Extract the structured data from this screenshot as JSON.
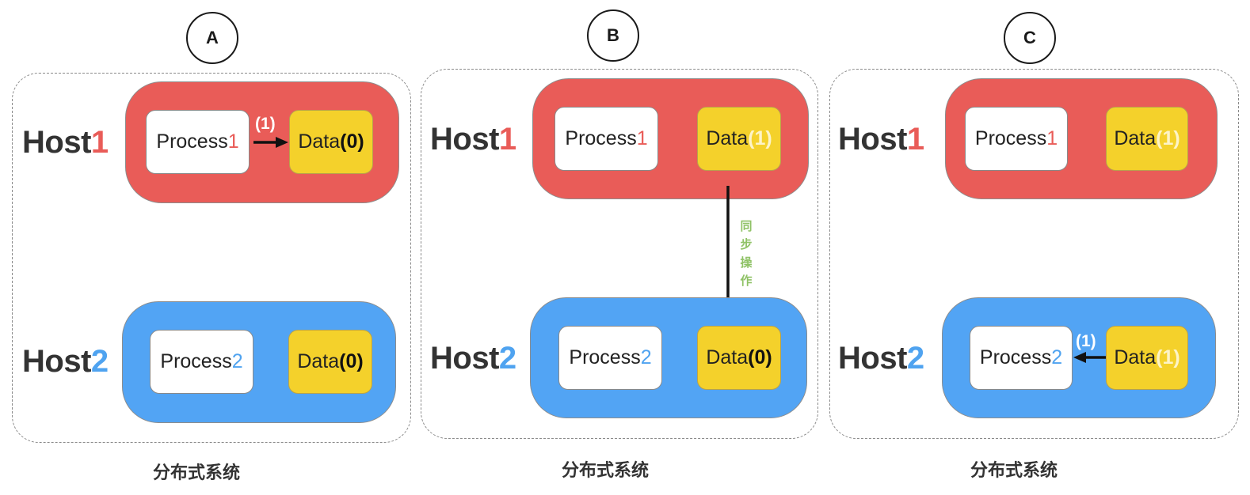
{
  "colors": {
    "host1_red": "#e95c58",
    "host2_blue": "#52a4f4",
    "data_yellow": "#f4d12b",
    "sync_green": "#8fc266",
    "text_dark": "#333333"
  },
  "panels": [
    {
      "id": "A",
      "label": "A",
      "caption": "分布式系统",
      "hosts": [
        {
          "name": "Host",
          "num": "1",
          "process": {
            "name": "Process",
            "num": "1"
          },
          "data": {
            "name": "Data",
            "value": "(0)"
          }
        },
        {
          "name": "Host",
          "num": "2",
          "process": {
            "name": "Process",
            "num": "2"
          },
          "data": {
            "name": "Data",
            "value": "(0)"
          }
        }
      ],
      "arrows": [
        {
          "from": "Process1",
          "to": "Data",
          "label": "(1)",
          "icon": "arrow-right-icon"
        }
      ]
    },
    {
      "id": "B",
      "label": "B",
      "caption": "分布式系统",
      "hosts": [
        {
          "name": "Host",
          "num": "1",
          "process": {
            "name": "Process",
            "num": "1"
          },
          "data": {
            "name": "Data",
            "value": "(1)"
          }
        },
        {
          "name": "Host",
          "num": "2",
          "process": {
            "name": "Process",
            "num": "2"
          },
          "data": {
            "name": "Data",
            "value": "(0)"
          }
        }
      ],
      "arrows": [
        {
          "from": "Host1.Data",
          "to": "Host2.Data",
          "label": [
            "同",
            "步",
            "操",
            "作"
          ],
          "icon": "arrow-down-icon"
        }
      ]
    },
    {
      "id": "C",
      "label": "C",
      "caption": "分布式系统",
      "hosts": [
        {
          "name": "Host",
          "num": "1",
          "process": {
            "name": "Process",
            "num": "1"
          },
          "data": {
            "name": "Data",
            "value": "(1)"
          }
        },
        {
          "name": "Host",
          "num": "2",
          "process": {
            "name": "Process",
            "num": "2"
          },
          "data": {
            "name": "Data",
            "value": "(1)"
          }
        }
      ],
      "arrows": [
        {
          "from": "Data",
          "to": "Process2",
          "label": "(1)",
          "icon": "arrow-left-icon"
        }
      ]
    }
  ]
}
